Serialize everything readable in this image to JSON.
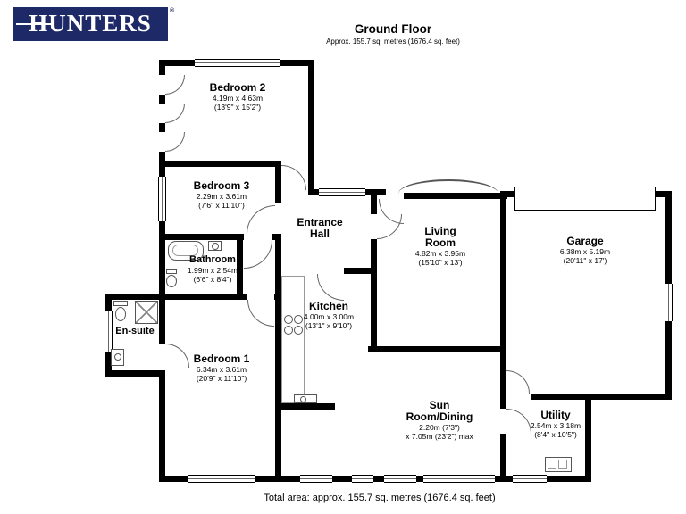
{
  "header": {
    "logo_text": "HUNTERS",
    "registered_mark": "®",
    "title": "Ground Floor",
    "subtitle": "Approx. 155.7 sq. metres (1676.4 sq. feet)"
  },
  "footer": {
    "total_area": "Total area: approx. 155.7 sq. metres (1676.4 sq. feet)"
  },
  "colors": {
    "logo_background": "#1e2a67",
    "wall": "#000000",
    "background": "#ffffff"
  },
  "rooms": {
    "bedroom2": {
      "name": "Bedroom 2",
      "dims_metric": "4.19m x 4.63m",
      "dims_imperial": "(13'9\" x 15'2\")"
    },
    "bedroom3": {
      "name": "Bedroom 3",
      "dims_metric": "2.29m x 3.61m",
      "dims_imperial": "(7'6\" x 11'10\")"
    },
    "entrance_hall": {
      "name": "Entrance Hall"
    },
    "bathroom": {
      "name": "Bathroom",
      "dims_metric": "1.99m x 2.54m",
      "dims_imperial": "(6'6\" x 8'4\")"
    },
    "ensuite": {
      "name": "En-suite"
    },
    "bedroom1": {
      "name": "Bedroom 1",
      "dims_metric": "6.34m x 3.61m",
      "dims_imperial": "(20'9\" x 11'10\")"
    },
    "kitchen": {
      "name": "Kitchen",
      "dims_metric": "4.00m x 3.00m",
      "dims_imperial": "(13'1\" x 9'10\")"
    },
    "living_room": {
      "name": "Living Room",
      "dims_metric": "4.82m x 3.95m",
      "dims_imperial": "(15'10\" x 13')"
    },
    "garage": {
      "name": "Garage",
      "dims_metric": "6.38m x 5.19m",
      "dims_imperial": "(20'11\" x 17')"
    },
    "sun_room": {
      "name": "Sun Room/Dining",
      "dims_metric": "2.20m (7'3\")",
      "dims_imperial": "x 7.05m (23'2\") max"
    },
    "utility": {
      "name": "Utility",
      "dims_metric": "2.54m x 3.18m",
      "dims_imperial": "(8'4\" x 10'5\")"
    }
  }
}
